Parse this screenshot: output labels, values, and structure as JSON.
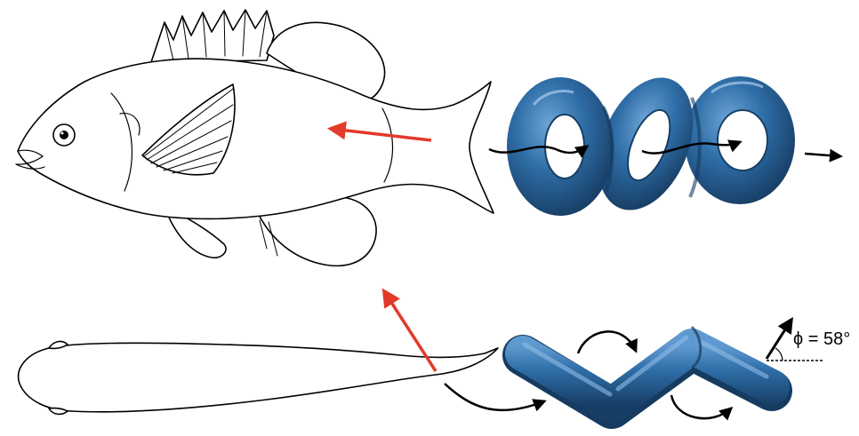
{
  "angle_annotation": {
    "label": "ϕ = 58°",
    "angle_deg": 58
  },
  "colors": {
    "vortex_ring": "#2f6ea8",
    "vortex_ring_dark": "#183e63",
    "vortex_ring_light": "#6fa6d6",
    "force_arrow": "#e23a2b",
    "flow_arrow": "#000000",
    "line_art": "#000000"
  },
  "icons": {
    "fish_side_view": "sunfish-side-view-outline",
    "fish_top_view": "fish-dorsal-view-outline",
    "wake_top": "linked-vortex-ring-chain",
    "wake_bottom": "zigzag-vortex-ring-chain"
  }
}
